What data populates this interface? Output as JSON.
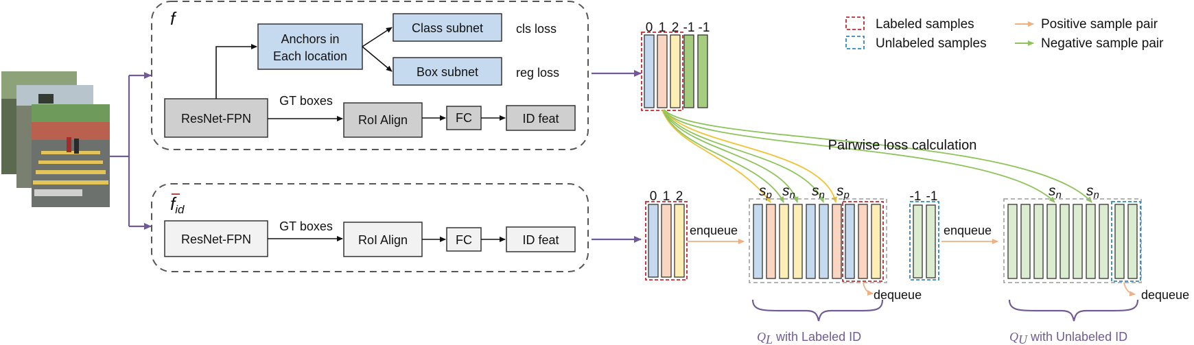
{
  "branch_top": {
    "symbol": "f",
    "anchors_label": [
      "Anchors in",
      "Each location"
    ],
    "class_subnet": "Class subnet",
    "box_subnet": "Box subnet",
    "cls_loss": "cls loss",
    "reg_loss": "reg loss",
    "backbone": "ResNet-FPN",
    "gt_boxes": "GT boxes",
    "roi_align": "RoI Align",
    "fc": "FC",
    "id_feat": "ID feat"
  },
  "branch_bottom": {
    "symbol": "f",
    "symbol_subscript": "id",
    "backbone": "ResNet-FPN",
    "gt_boxes": "GT boxes",
    "roi_align": "RoI Align",
    "fc": "FC",
    "id_feat": "ID feat"
  },
  "top_batch_labels": [
    "0",
    "1",
    "2",
    "-1",
    "-1"
  ],
  "bottom_batch_labels": [
    "0",
    "1",
    "2"
  ],
  "unlabeled_batch_labels": [
    "-1",
    "-1"
  ],
  "pairwise_title": "Pairwise loss calculation",
  "pair_labels": [
    {
      "main": "s",
      "sub": "p"
    },
    {
      "main": "s",
      "sub": "n"
    },
    {
      "main": "s",
      "sub": "n"
    },
    {
      "main": "s",
      "sub": "p"
    },
    {
      "main": "s",
      "sub": "n"
    },
    {
      "main": "s",
      "sub": "n"
    }
  ],
  "enqueue_label_1": "enqueue",
  "enqueue_label_2": "enqueue",
  "dequeue_label_1": "dequeue",
  "dequeue_label_2": "dequeue",
  "queue_labeled": {
    "symbol": "Q",
    "sub": "L",
    "text": " with Labeled ID"
  },
  "queue_unlabeled": {
    "symbol": "Q",
    "sub": "U",
    "text": " with Unlabeled ID"
  },
  "legend": {
    "labeled": "Labeled samples",
    "unlabeled": "Unlabeled samples",
    "positive": "Positive sample pair",
    "negative": "Negative sample pair"
  },
  "colors": {
    "blue_fill": "#c6daef",
    "orange_fill": "#f9d5c2",
    "yellow_fill": "#fdeeb6",
    "green_fill": "#a6cc80",
    "light_green_fill": "#dcecd0",
    "gray_fill": "#cfcfcf",
    "light_gray_fill": "#f2f2f2",
    "purple": "#6f5a96",
    "red_dash": "#c0282d",
    "blue_dash": "#2e86c1",
    "positive_arrow": "#f0b080",
    "negative_arrow": "#8dc45a",
    "yellow_arrow": "#f1c232"
  }
}
